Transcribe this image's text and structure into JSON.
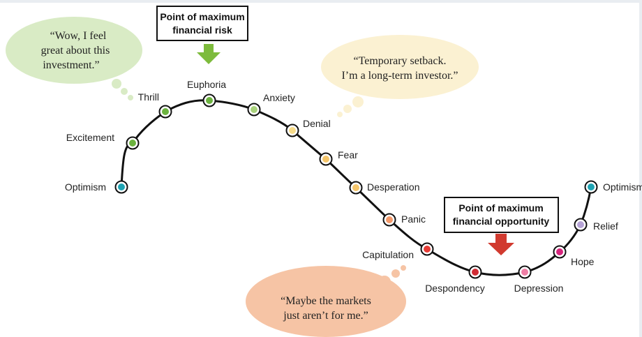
{
  "callouts": {
    "risk": {
      "line1": "Point of maximum",
      "line2": "financial risk",
      "arrow_color": "#7dbb3c"
    },
    "opportunity": {
      "line1": "Point of maximum",
      "line2": "financial opportunity",
      "arrow_color": "#d13a2f"
    }
  },
  "bubbles": {
    "euphoric": {
      "line1": "“Wow, I feel",
      "line2": "great about this",
      "line3": "investment.”",
      "color": "#d9ebc5"
    },
    "denial": {
      "line1": "“Temporary setback.",
      "line2": "I’m a long-term investor.”",
      "color": "#fbf1d2"
    },
    "capitulation": {
      "line1": "“Maybe the markets",
      "line2": "just aren’t for me.”",
      "color": "#f6c4a5"
    }
  },
  "stages": [
    {
      "label": "Optimism",
      "color": "#1ea3b3"
    },
    {
      "label": "Excitement",
      "color": "#6cb33f"
    },
    {
      "label": "Thrill",
      "color": "#6cb33f"
    },
    {
      "label": "Euphoria",
      "color": "#6cb33f"
    },
    {
      "label": "Anxiety",
      "color": "#a9d37c"
    },
    {
      "label": "Denial",
      "color": "#f8dc8a"
    },
    {
      "label": "Fear",
      "color": "#f6c66a"
    },
    {
      "label": "Desperation",
      "color": "#f6c66a"
    },
    {
      "label": "Panic",
      "color": "#f39a6b"
    },
    {
      "label": "Capitulation",
      "color": "#e63c36"
    },
    {
      "label": "Despondency",
      "color": "#d12c35"
    },
    {
      "label": "Depression",
      "color": "#ee7ea5"
    },
    {
      "label": "Hope",
      "color": "#d6257d"
    },
    {
      "label": "Relief",
      "color": "#b6a3d6"
    },
    {
      "label": "Optimism",
      "color": "#1ea3b3"
    }
  ]
}
